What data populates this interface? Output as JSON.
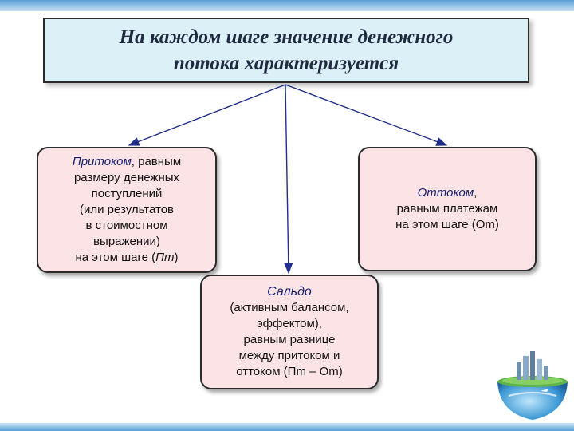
{
  "title": {
    "line1": "На каждом шаге значение денежного",
    "line2": "потока характеризуется"
  },
  "nodes": {
    "inflow": {
      "keyword": "Притоком",
      "rest_line1": ", равным",
      "line2": "размеру денежных",
      "line3": "поступлений",
      "line4": "(или результатов",
      "line5": "в стоимостном",
      "line6": "выражении)",
      "line7_prefix": "на этом шаге (",
      "symbol": "Пm",
      "line7_suffix": ")"
    },
    "outflow": {
      "keyword": "Оттоком",
      "rest_line1": ",",
      "line2": "равным платежам",
      "line3": "на этом шаге (Om)"
    },
    "saldo": {
      "keyword": "Сальдо",
      "line2": "(активным балансом,",
      "line3": "эффектом),",
      "line4": "равным разнице",
      "line5": "между притоком и",
      "line6": "оттоком (Пm – Om)"
    }
  },
  "colors": {
    "title_fill": "#dcf0f7",
    "node_fill": "#fbe3e6",
    "arrow": "#1f2f8a",
    "keyword": "#16206e"
  }
}
